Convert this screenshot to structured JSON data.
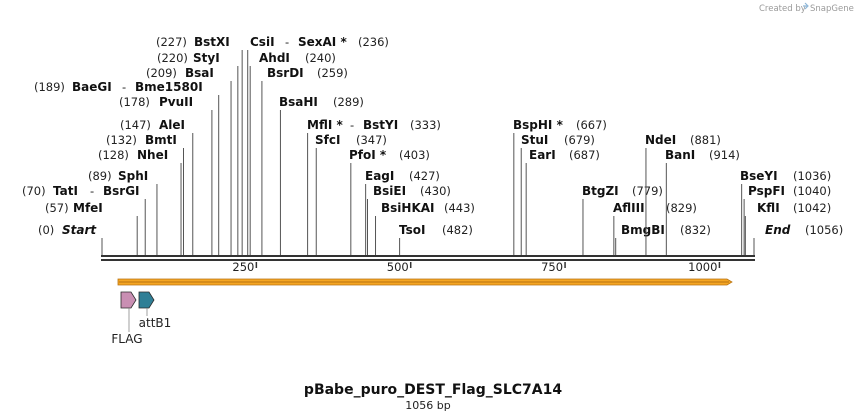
{
  "credit": {
    "prefix": "Created by",
    "brand": "SnapGene",
    "logo_icon": "snapgene-logo-icon"
  },
  "sequence": {
    "name": "pBabe_puro_DEST_Flag_SLC7A14",
    "length_label": "1056 bp",
    "length": 1056
  },
  "ruler": {
    "ticks": [
      {
        "pos": 250,
        "label": "250"
      },
      {
        "pos": 500,
        "label": "500"
      },
      {
        "pos": 750,
        "label": "750"
      },
      {
        "pos": 1000,
        "label": "1000"
      }
    ]
  },
  "enzymes": [
    {
      "name": "Start",
      "pos": 0,
      "pos_label": "(0)",
      "italic": true
    },
    {
      "name": "MfeI",
      "pos": 57,
      "pos_label": "(57)"
    },
    {
      "name": "TatI",
      "pos": 70,
      "pos_label": "(70)"
    },
    {
      "name": "BsrGI",
      "pos": 70,
      "prefix": "- "
    },
    {
      "name": "SphI",
      "pos": 89,
      "pos_label": "(89)"
    },
    {
      "name": "NheI",
      "pos": 128,
      "pos_label": "(128)"
    },
    {
      "name": "BmtI",
      "pos": 132,
      "pos_label": "(132)"
    },
    {
      "name": "AleI",
      "pos": 147,
      "pos_label": "(147)"
    },
    {
      "name": "PvuII",
      "pos": 178,
      "pos_label": "(178)"
    },
    {
      "name": "BaeGI",
      "pos": 189,
      "pos_label": "(189)"
    },
    {
      "name": "Bme1580I",
      "pos": 189,
      "prefix": "- "
    },
    {
      "name": "BsaI",
      "pos": 209,
      "pos_label": "(209)"
    },
    {
      "name": "StyI",
      "pos": 220,
      "pos_label": "(220)"
    },
    {
      "name": "BstXI",
      "pos": 227,
      "pos_label": "(227)"
    },
    {
      "name": "CsiI",
      "pos": 236
    },
    {
      "name": "SexAI *",
      "pos": 236,
      "prefix": "- ",
      "pos_label": "(236)"
    },
    {
      "name": "AhdI",
      "pos": 240,
      "pos_label": "(240)"
    },
    {
      "name": "BsrDI",
      "pos": 259,
      "pos_label": "(259)"
    },
    {
      "name": "BsaHI",
      "pos": 289,
      "pos_label": "(289)"
    },
    {
      "name": "MflI *",
      "pos": 333
    },
    {
      "name": "BstYI",
      "pos": 333,
      "prefix": "- ",
      "pos_label": "(333)"
    },
    {
      "name": "SfcI",
      "pos": 347,
      "pos_label": "(347)"
    },
    {
      "name": "PfoI *",
      "pos": 403,
      "pos_label": "(403)"
    },
    {
      "name": "EagI",
      "pos": 427,
      "pos_label": "(427)"
    },
    {
      "name": "BsiEI",
      "pos": 430,
      "pos_label": "(430)"
    },
    {
      "name": "BsiHKAI",
      "pos": 443,
      "pos_label": "(443)"
    },
    {
      "name": "TsoI",
      "pos": 482,
      "pos_label": "(482)"
    },
    {
      "name": "BspHI *",
      "pos": 667,
      "pos_label": "(667)"
    },
    {
      "name": "StuI",
      "pos": 679,
      "pos_label": "(679)"
    },
    {
      "name": "EarI",
      "pos": 687,
      "pos_label": "(687)"
    },
    {
      "name": "BtgZI",
      "pos": 779,
      "pos_label": "(779)"
    },
    {
      "name": "AflIII",
      "pos": 829,
      "pos_label": "(829)"
    },
    {
      "name": "BmgBI",
      "pos": 832,
      "pos_label": "(832)"
    },
    {
      "name": "NdeI",
      "pos": 881,
      "pos_label": "(881)"
    },
    {
      "name": "BanI",
      "pos": 914,
      "pos_label": "(914)"
    },
    {
      "name": "BseYI",
      "pos": 1036,
      "pos_label": "(1036)"
    },
    {
      "name": "PspFI",
      "pos": 1040,
      "pos_label": "(1040)"
    },
    {
      "name": "KflI",
      "pos": 1042,
      "pos_label": "(1042)"
    },
    {
      "name": "End",
      "pos": 1056,
      "pos_label": "(1056)",
      "italic": true
    }
  ],
  "features": [
    {
      "name": "ORF",
      "start": 0,
      "end": 1056,
      "color": "#f5a623",
      "shown_label": false
    },
    {
      "name": "FLAG",
      "start": 0,
      "end": 24,
      "color": "#c98fb3"
    },
    {
      "name": "attB1",
      "start": 27,
      "end": 52,
      "color": "#2f7f96"
    }
  ],
  "colors": {
    "backbone": "#333333",
    "enzyme_line": "#555555",
    "orf_fill": "#f5a623",
    "orf_edge": "#b87312",
    "flag": "#c98fb3",
    "attb1": "#2f7f96"
  }
}
